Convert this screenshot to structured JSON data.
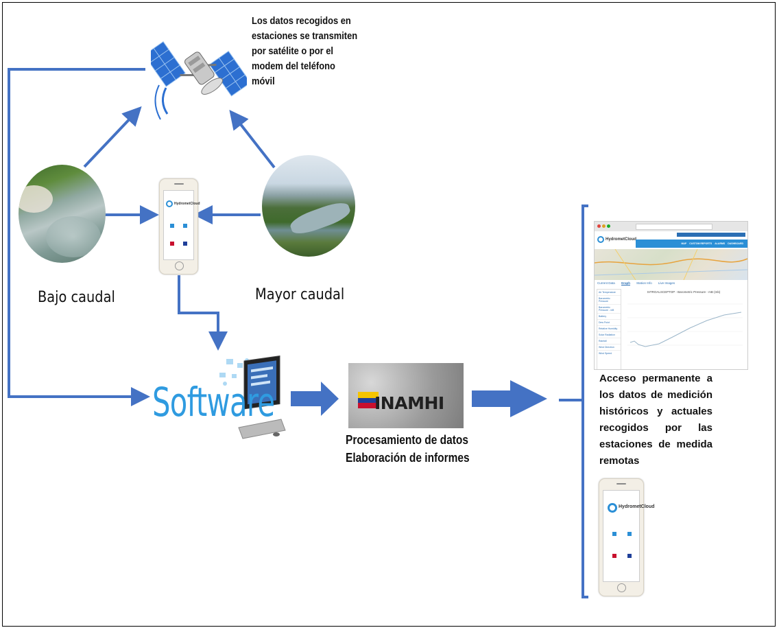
{
  "satellite_caption": [
    "Los datos recogidos en",
    "estaciones se transmiten",
    "por satélite o por el",
    "modem del teléfono",
    "móvil"
  ],
  "labels": {
    "low_flow": "Bajo caudal",
    "high_flow": "Mayor caudal"
  },
  "software_text": "Software",
  "inamhi_logo_text": "INAMHI",
  "processing": [
    "Procesamiento de datos",
    "Elaboración de informes"
  ],
  "access_text": "Acceso permanente a los datos de medición históricos y actuales recogidos por las estaciones de medida remotas",
  "phone_app": {
    "brand": "HydrometCloud"
  },
  "web_app": {
    "menu": [
      "MAP",
      "CUSTOM REPORTS",
      "ALARMS",
      "DASHBOARD"
    ],
    "tabs": [
      "Current Data",
      "Graph",
      "Station Info",
      "Live Images"
    ],
    "chart_title": "SITROALSCEPTOP - Barometric Pressure - mB (mb)",
    "sidebar": [
      "Air Temperature",
      "Barometric Pressure",
      "Barometric Pressure - mB",
      "Battery",
      "Dew Point",
      "Relative Humidity",
      "Solar Radiation",
      "Rainfall",
      "Wind Direction",
      "Wind Speed"
    ]
  },
  "colors": {
    "arrow": "#4472c4",
    "software": "#2f9be0",
    "inamhi_red": "#c8102e",
    "inamhi_yellow": "#f5c400",
    "inamhi_blue": "#1f3f99"
  }
}
